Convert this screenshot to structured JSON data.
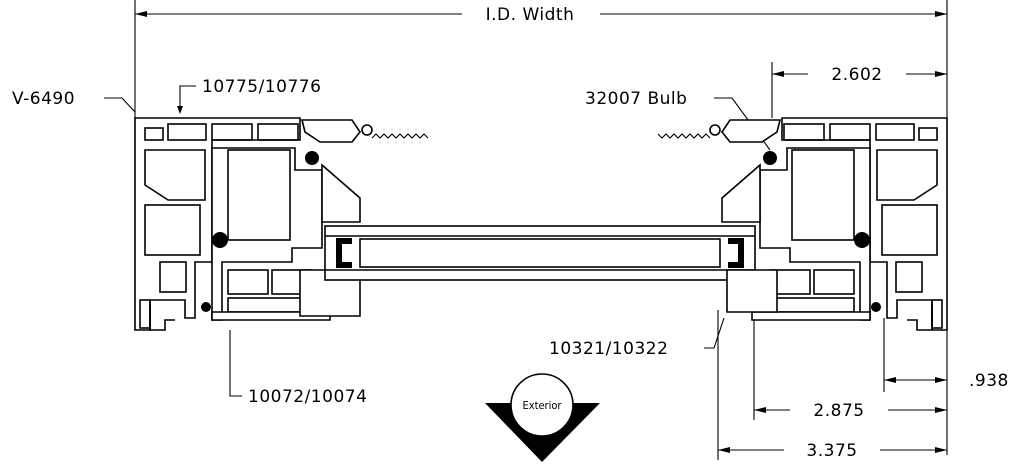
{
  "labels": {
    "id_width": "I.D. Width",
    "frame_profile": "V-6490",
    "sash_left": "10775/10776",
    "bulb_seal": "32007 Bulb",
    "glazing_bead": "10321/10322",
    "sill_left": "10072/10074",
    "exterior": "Exterior"
  },
  "dimensions": {
    "d1": "2.602",
    "d2": ".938",
    "d3": "2.875",
    "d4": "3.375"
  }
}
